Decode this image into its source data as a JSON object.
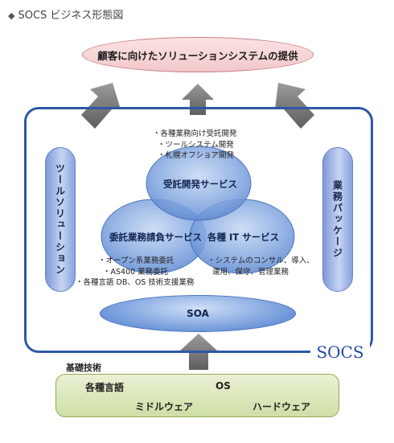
{
  "page_title": "SOCS ビジネス形態図",
  "goal": "顧客に向けたソリューションシステムの提供",
  "logo_text": "SOCS",
  "sidebar_left": "ツールソリューション",
  "sidebar_right": "業務パッケージ",
  "circles": {
    "top": {
      "label": "受託開発サービス",
      "bullets": [
        "・各種業務向け受託開発",
        "・ツールシステム開発",
        "・札幌オフショア開発"
      ]
    },
    "left": {
      "label": "委託業務請負サービス",
      "bullets": [
        "・オープン系業務委託",
        "・AS400 業務委託",
        "・各種言語 DB、OS 技術支援業務"
      ]
    },
    "right": {
      "label": "各種 IT サービス",
      "bullets": [
        "・システムのコンサル、導入、",
        "運用、保守、管理業務"
      ]
    }
  },
  "soa": "SOA",
  "base": {
    "label": "基礎技術",
    "items": [
      "各種言語",
      "OS",
      "ミドルウェア",
      "ハードウェア"
    ]
  },
  "colors": {
    "frame": "#2f56a8",
    "goal_fill": "#f2c8cb",
    "circle_fill": "#6f97da",
    "base_fill": "#cfdfa7",
    "arrow": "#7a7a7a"
  }
}
